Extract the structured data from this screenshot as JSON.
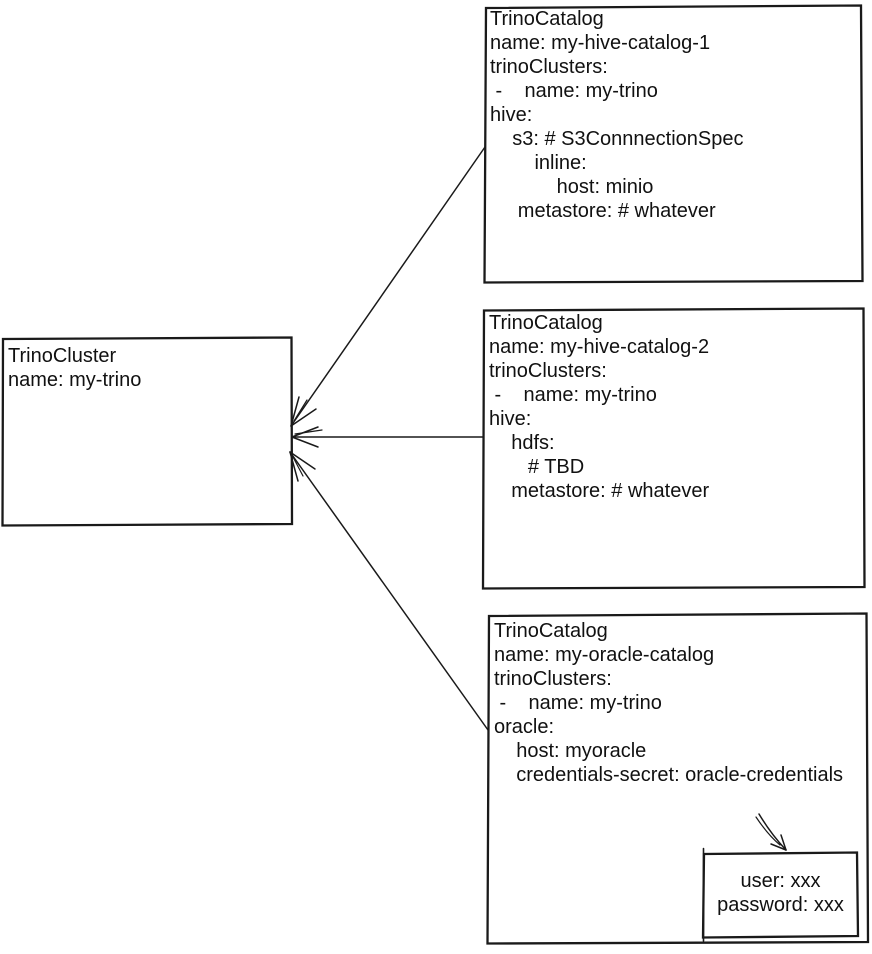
{
  "diagram": {
    "nodes": {
      "trino_cluster": {
        "kind": "TrinoCluster",
        "lines": [
          "TrinoCluster",
          "name: my-trino"
        ]
      },
      "catalog_hive_1": {
        "kind": "TrinoCatalog",
        "lines": [
          "TrinoCatalog",
          "name: my-hive-catalog-1",
          "trinoClusters:",
          " -    name: my-trino",
          "hive:",
          "    s3: # S3ConnnectionSpec",
          "        inline:",
          "            host: minio",
          "     metastore: # whatever"
        ]
      },
      "catalog_hive_2": {
        "kind": "TrinoCatalog",
        "lines": [
          "TrinoCatalog",
          "name: my-hive-catalog-2",
          "trinoClusters:",
          " -    name: my-trino",
          "hive:",
          "    hdfs:",
          "       # TBD",
          "    metastore: # whatever"
        ]
      },
      "catalog_oracle": {
        "kind": "TrinoCatalog",
        "lines": [
          "TrinoCatalog",
          "name: my-oracle-catalog",
          "trinoClusters:",
          " -    name: my-trino",
          "oracle:",
          "    host: myoracle",
          "    credentials-secret: oracle-credentials"
        ]
      },
      "oracle_secret": {
        "kind": "Secret",
        "lines": [
          "user: xxx",
          "password: xxx"
        ]
      }
    },
    "edges": [
      {
        "from": "catalog_hive_1",
        "to": "trino_cluster"
      },
      {
        "from": "catalog_hive_2",
        "to": "trino_cluster"
      },
      {
        "from": "catalog_oracle",
        "to": "trino_cluster"
      },
      {
        "from": "catalog_oracle",
        "to": "oracle_secret"
      }
    ],
    "colors": {
      "stroke": "#1a1a1a",
      "background": "#ffffff",
      "text": "#111111"
    }
  }
}
